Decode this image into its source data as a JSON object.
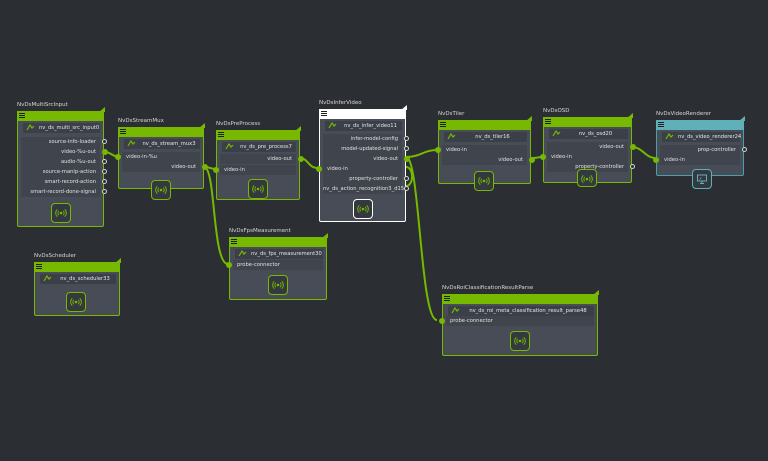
{
  "colors": {
    "background": "#2b2e32",
    "accent": "#76b900",
    "selected": "#ffffff",
    "renderer": "#5fb0b8",
    "node": "#474c56"
  },
  "nodes": {
    "multisrc": {
      "title": "NvDsMultiSrcInput",
      "name": "nv_ds_multi_src_input0",
      "ports": [
        "source-info-loader",
        "video-%u-out",
        "audio-%u-out",
        "source-manip-action",
        "smart-record-action",
        "smart-record-done-signal"
      ]
    },
    "streammux": {
      "title": "NvDsStreamMux",
      "name": "nv_ds_stream_mux3",
      "ports": [
        "video-in-%u",
        "video-out"
      ]
    },
    "preprocess": {
      "title": "NvDsPreProcess",
      "name": "nv_ds_pre_process7",
      "ports": [
        "video-out",
        "video-in"
      ]
    },
    "infervideo": {
      "title": "NvDsInferVideo",
      "name": "nv_ds_infer_video11",
      "ports": [
        "infer-model-config",
        "model-updated-signal",
        "video-out",
        "video-in",
        "property-controller",
        "nv_ds_action_recognition3_d15"
      ]
    },
    "tiler": {
      "title": "NvDsTiler",
      "name": "nv_ds_tiler16",
      "ports": [
        "video-in",
        "video-out"
      ]
    },
    "osd": {
      "title": "NvDsOSD",
      "name": "nv_ds_osd20",
      "ports": [
        "video-out",
        "video-in",
        "property-controller"
      ]
    },
    "renderer": {
      "title": "NvDsVideoRenderer",
      "name": "nv_ds_video_renderer24",
      "ports": [
        "prop-controller",
        "video-in"
      ]
    },
    "fps": {
      "title": "NvDsFpsMeasurement",
      "name": "nv_ds_fps_measurement30",
      "ports": [
        "probe-connector"
      ]
    },
    "scheduler": {
      "title": "NvDsScheduler",
      "name": "nv_ds_scheduler33",
      "ports": []
    },
    "roi": {
      "title": "NvDsRoiClassificationResultParse",
      "name": "nv_ds_roi_meta_classification_result_parse48",
      "ports": [
        "probe-connector"
      ]
    }
  }
}
